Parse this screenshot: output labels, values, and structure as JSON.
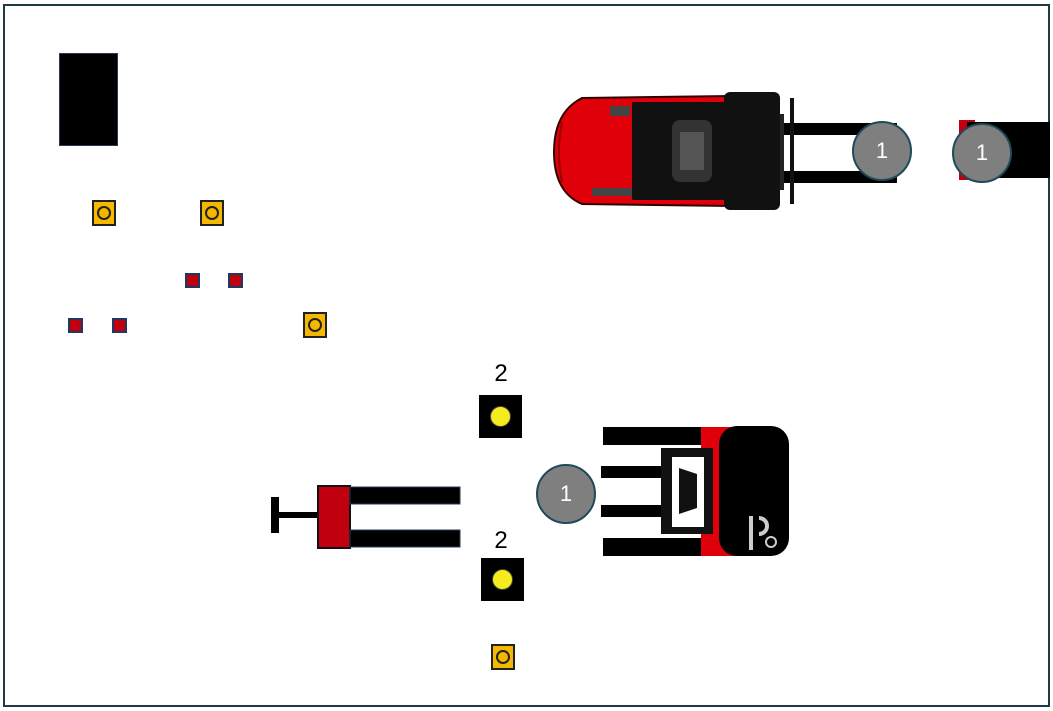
{
  "diagram": {
    "vehicle_badges": [
      {
        "label": "1"
      },
      {
        "label": "1"
      },
      {
        "label": "1"
      }
    ],
    "station_labels": [
      {
        "label": "2"
      },
      {
        "label": "2"
      }
    ],
    "colors": {
      "forklift_red": "#e0000a",
      "cone_yellow": "#f5b800",
      "marker_red": "#c0000f",
      "light_yellow": "#f4ec1c",
      "badge_gray": "#7f7f7f",
      "frame": "#1f3a44"
    }
  }
}
